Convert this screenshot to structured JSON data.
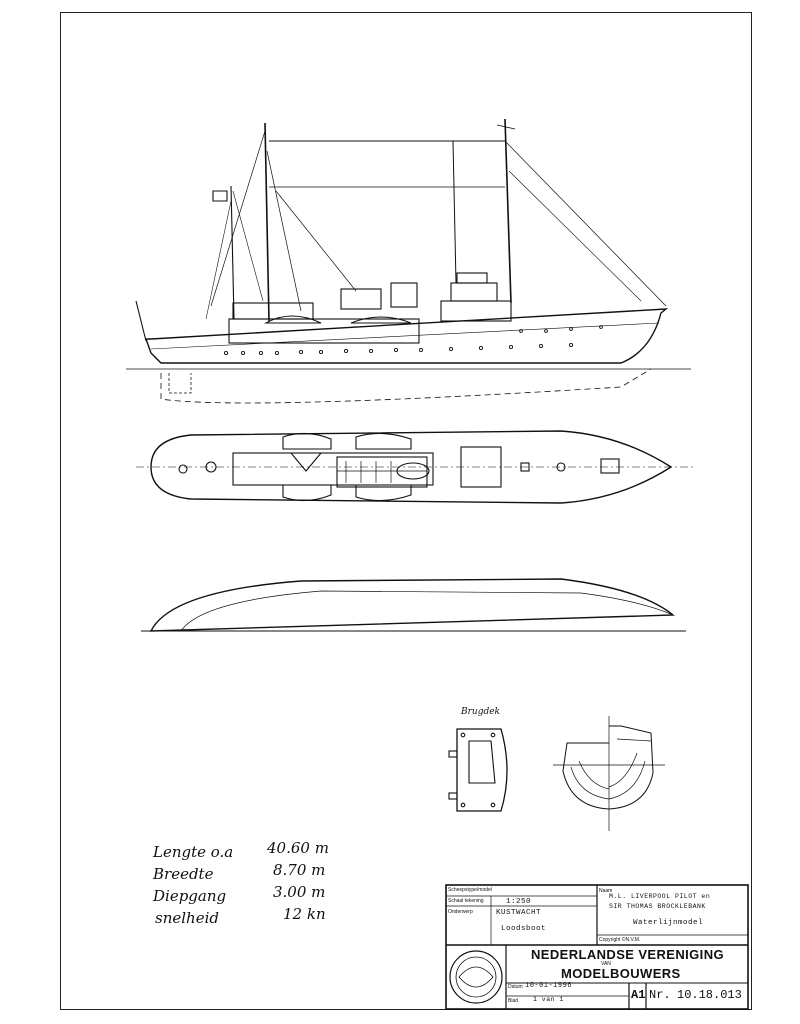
{
  "specs": [
    {
      "label": "Lengte o.a",
      "value": "40.60 m"
    },
    {
      "label": "Breedte",
      "value": "8.70 m"
    },
    {
      "label": "Diepgang",
      "value": "3.00 m"
    },
    {
      "label": "snelheid",
      "value": "12 kn"
    }
  ],
  "detail_label": "Brugdek",
  "title_block": {
    "label_type": "Scheepstype/model",
    "label_scale": "Schaal tekening",
    "label_sheet": "Onderwerp",
    "scale": "1:250",
    "subject": "KUSTWACHT",
    "subtitle": "Loodsboot",
    "name_prefix": "Naam",
    "name_line1": "M.L. LIVERPOOL PILOT  en",
    "name_line2": "SIR THOMAS BROCKLEBANK",
    "model_type": "Waterlijnmodel",
    "copyright": "Copyright ©N.V.M.",
    "org_line1": "NEDERLANDSE VERENIGING",
    "org_small": "VAN",
    "org_line2": "MODELBOUWERS",
    "date_label": "Datum",
    "date": "10-01-1996",
    "sheet_label": "Blad",
    "sheet_value": "1   van   1",
    "format": "A1",
    "nr_label": "Nr.",
    "number": "10.18.013"
  }
}
